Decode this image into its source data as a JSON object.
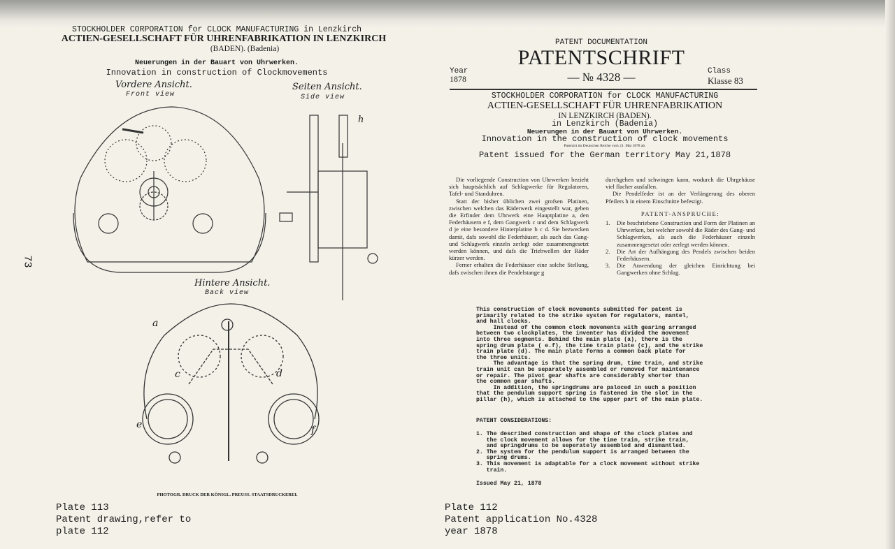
{
  "left_page": {
    "header_en": "STOCKHOLDER CORPORATION for CLOCK MANUFACTURING in Lenzkirch",
    "header_de": "ACTIEN-GESELLSCHAFT FÜR UHRENFABRIKATION IN LENZKIRCH",
    "header_region": "(BADEN).  (Badenia)",
    "title_de": "Neuerungen in der Bauart von Uhrwerken.",
    "title_en": "Innovation in construction of Clockmovements",
    "front_view_de": "Vordere Ansicht.",
    "front_view_en": "Front view",
    "side_view_de": "Seiten Ansicht.",
    "side_view_en": "Side view",
    "back_view_de": "Hintere Ansicht.",
    "back_view_en": "Back view",
    "labels": {
      "a": "a",
      "c": "c",
      "d": "d",
      "e": "e",
      "f": "f",
      "h": "h"
    },
    "printer": "PHOTOGR. DRUCK DER KÖNIGL. PREUSS. STAATSDRUCKEREI.",
    "page_number": "73",
    "caption": [
      "Plate 113",
      "Patent drawing,refer to",
      "plate 112"
    ]
  },
  "right_page": {
    "doc_label": "PATENT DOCUMENTATION",
    "title": "PATENTSCHRIFT",
    "year_label": "Year",
    "year": "1878",
    "number": "— № 4328 —",
    "class_label": "Class",
    "class": "Klasse 83",
    "company_en": "STOCKHOLDER CORPORATION for CLOCK MANUFACTURING",
    "company_de": "ACTIEN-GESELLSCHAFT FÜR UHRENFABRIKATION",
    "location_de": "IN LENZKIRCH (BADEN).",
    "location_en": "in Lenzkirch   (Badenia)",
    "title_de": "Neuerungen in der Bauart von Uhrwerken.",
    "title_en": "Innovation in the construction of clock movements",
    "patented_de": "Patentirt im Deutschen Reiche vom 21. Mai 1878 ab.",
    "issued_en": "Patent issued for the German territory May 21,1878",
    "german_col1": [
      "Die vorliegende Construction von Uhrwerken bezieht sich hauptsächlich auf Schlagwerke für Regulatoren, Tafel- und Standuhren.",
      "Statt der bisher üblichen zwei grofsen Platinen, zwischen welchen das Räderwerk eingestellt war, geben die Erfinder dem Uhrwerk eine Hauptplatine a, den Federhäusern e f, dem Gangwerk c und dem Schlagwerk d je eine besondere Hinterplatine b c d. Sie bezwecken damit, dafs sowohl die Federhäuser, als auch das Gang- und Schlagwerk einzeln zerlegt oder zusammengesetzt werden können, und dafs die Triebwellen der Räder kürzer werden.",
      "Ferner erhalten die Federhäuser eine solche Stellung, dafs zwischen ihnen die Pendelstange g"
    ],
    "german_col2": [
      "durchgehen und schwingen kann, wodurch die Uhrgehäuse viel flacher ausfallen.",
      "Die Pendelfeder ist an der Verlängerung des oberen Pfeilers h in einem Einschnitte befestigt."
    ],
    "claims_heading_de": "PATENT-ANSPRUCHE:",
    "claims_de": [
      {
        "num": "1.",
        "text": "Die beschriebene Construction und Form der Platinen an Uhrwerken, bei welcher sowohl die Räder des Gang- und Schlagwerkes, als auch die Federhäuser einzeln zusammengesetzt oder zerlegt werden können."
      },
      {
        "num": "2.",
        "text": "Die Art der Aufhängung des Pendels zwischen beiden Federhäusern."
      },
      {
        "num": "3.",
        "text": "Die Anwendung der gleichen Einrichtung bei Gangwerken ohne Schlag."
      }
    ],
    "english_text": "This construction of clock movements submitted for patent is\nprimarily related to the strike system for regulators, mantel,\nand hall clocks.\n     Instead of the common clock movements with gearing arranged\nbetween two clockplates, the inventer has divided the movement\ninto three segments. Behind the main plate (a), there is the\nspring drum plate ( e.f), the time train plate (c), and the strike\ntrain plate (d). The main plate forms a common back plate for\nthe three units.\n     The advantage is that the spring drum, time train, and strike\ntrain unit can be separately assembled or removed for maintenance\nor repair. The pivot gear shafts are considerably shorter than\nthe common gear shafts.\n     In addition, the springdrums are paloced in such a position\nthat the pendulum support spring is fastened in the slot in the\npillar (h), which is attached to the upper part of the main plate.",
    "considerations_heading": "PATENT CONSIDERATIONS:",
    "considerations": "1. The described construction and shape of the clock plates and\n   the clock movement allows for the time train, strike train,\n   and springdrums to be seperately assembled and dismantled.\n2. The system for the pendulum support is arranged between the\n   spring drums.\n3. This movement is adaptable for a clock movement without strike\n   train.",
    "issued": "Issued May 21, 1878",
    "caption": [
      "Plate 112",
      "Patent application No.4328",
      "year 1878"
    ]
  }
}
